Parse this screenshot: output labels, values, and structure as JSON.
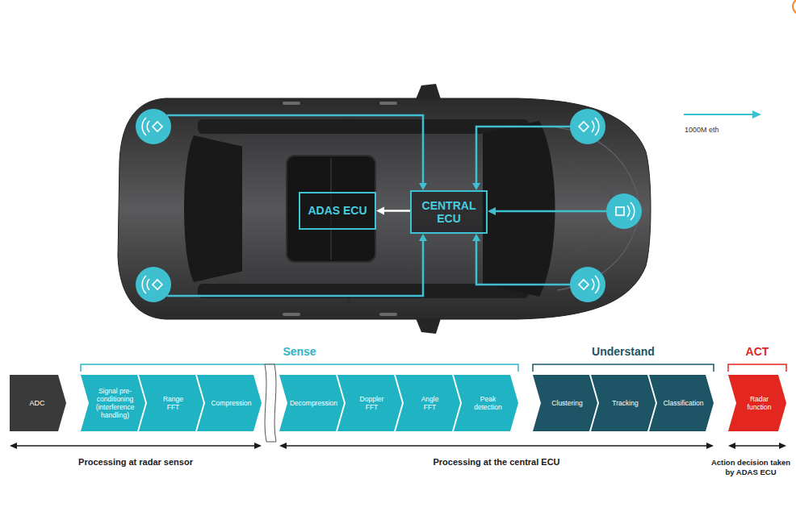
{
  "diagram": {
    "nodes": [
      {
        "text": [
          "ADAS ECU"
        ]
      },
      {
        "text": [
          "CENTRAL ECU"
        ]
      },
      {
        "text": [
          "ADC"
        ]
      },
      {
        "text": [
          "Signal pre-conditioning (interference handling)"
        ]
      },
      {
        "text": [
          "Range FFT"
        ]
      },
      {
        "text": [
          "Compression"
        ]
      },
      {
        "text": [
          "Decompression"
        ]
      },
      {
        "text": [
          "Doppler FFT"
        ]
      },
      {
        "text": [
          "Angle FFT"
        ]
      },
      {
        "text": [
          "Peak detection"
        ]
      },
      {
        "text": [
          "Clustering"
        ]
      },
      {
        "text": [
          "Tracking"
        ]
      },
      {
        "text": [
          "Classification"
        ]
      },
      {
        "text": [
          "Radar function"
        ]
      }
    ],
    "edges": [
      {
        "from": 1,
        "to": 0,
        "arrow": "to"
      }
    ],
    "labels": [
      "Sense",
      "Understand",
      "ACT",
      "Processing at radar sensor",
      "Processing at the central ECU",
      "Action decision taken by ADAS ECU"
    ],
    "legend": [
      {
        "text": "1000M eth"
      }
    ]
  }
}
